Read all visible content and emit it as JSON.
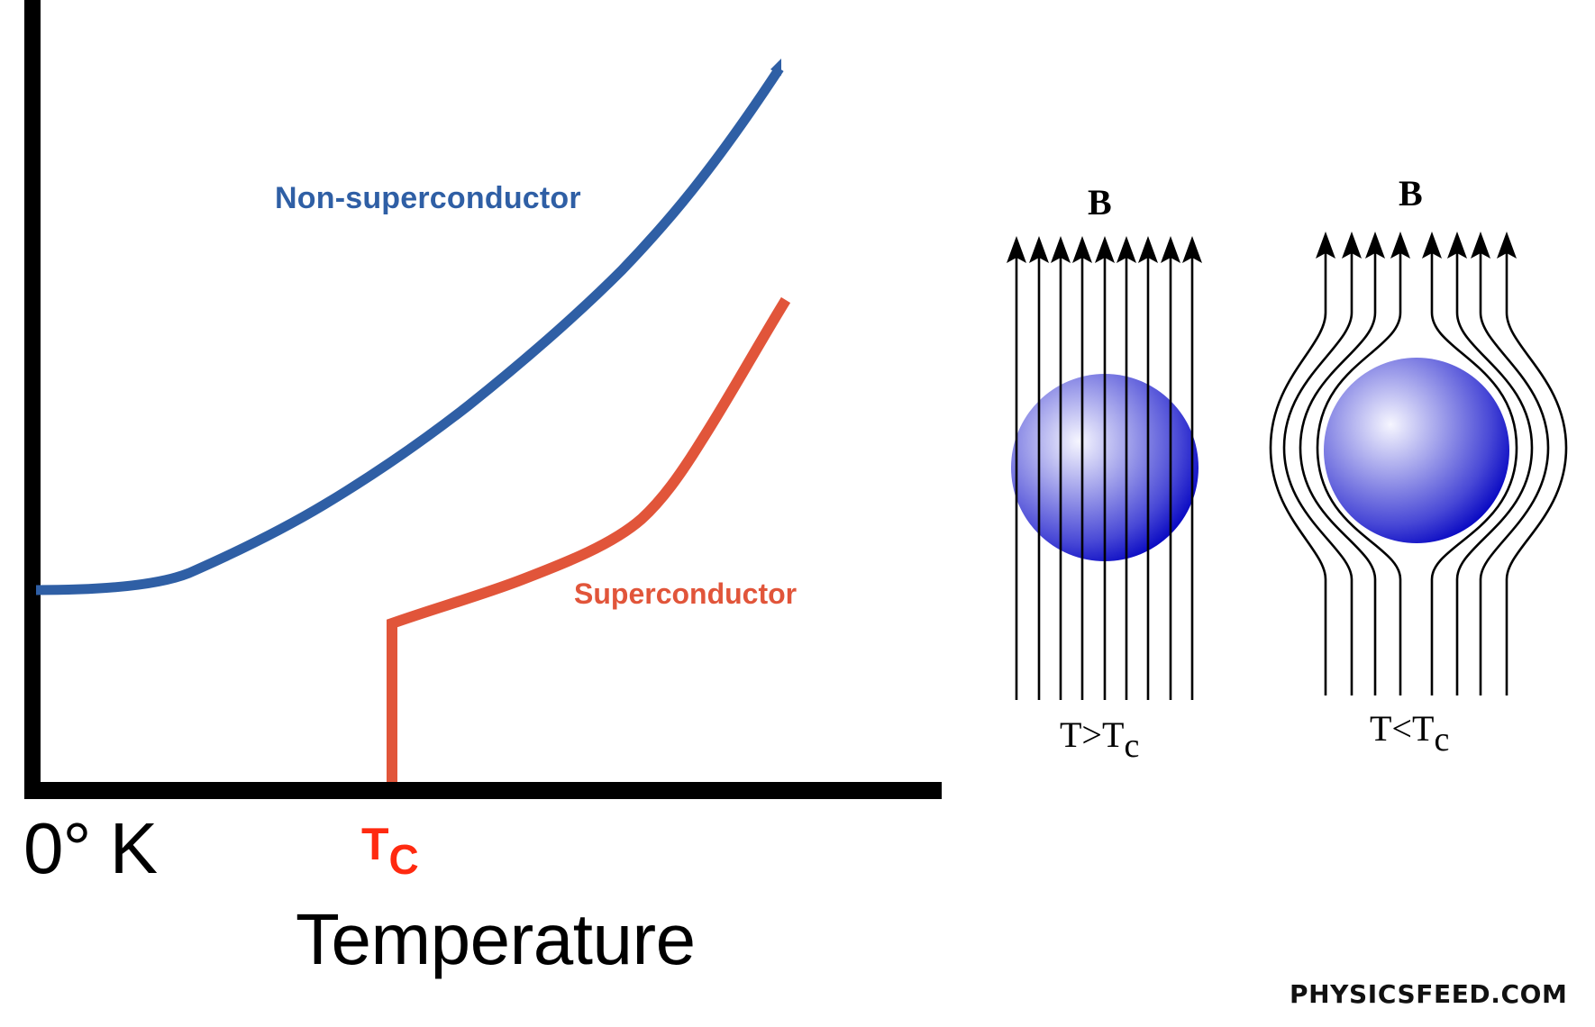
{
  "colors": {
    "axis": "#000000",
    "non_superconductor": "#2f5fa5",
    "superconductor": "#e1553a",
    "tc_label": "#ff2a10",
    "field_lines": "#000000",
    "sphere_light": "#f4f4ff",
    "sphere_mid": "#7a7ae0",
    "sphere_dark": "#0000c8"
  },
  "graph": {
    "x_axis": {
      "title": "Temperature",
      "origin_label": "0° K",
      "tc_label_main": "T",
      "tc_label_sub": "C"
    },
    "curves": {
      "non_superconductor_label": "Non-superconductor",
      "superconductor_label": "Superconductor"
    }
  },
  "diagrams": {
    "normal": {
      "field_label": "B",
      "condition_main": "T>T",
      "condition_sub": "c",
      "field_line_count": 9,
      "description": "Field lines pass straight through sphere"
    },
    "superconducting": {
      "field_label": "B",
      "condition_main": "T<T",
      "condition_sub": "c",
      "field_line_count": 8,
      "description": "Field lines expelled around sphere (Meissner effect)"
    }
  },
  "watermark": {
    "text": "PHYSICSFEED.COM"
  },
  "chart_data": {
    "type": "line",
    "title": "",
    "xlabel": "Temperature",
    "ylabel": "",
    "x_ticks": [
      "0° K",
      "Tc"
    ],
    "grid": false,
    "legend": "inline labels",
    "series": [
      {
        "name": "Non-superconductor",
        "color": "#2f5fa5",
        "description": "Finite residual value at 0 K, rising monotonically with temperature",
        "points_normalized": [
          [
            0.0,
            0.28
          ],
          [
            0.19,
            0.3
          ],
          [
            0.36,
            0.4
          ],
          [
            0.56,
            0.54
          ],
          [
            0.77,
            0.71
          ],
          [
            0.92,
            0.86
          ],
          [
            1.0,
            0.97
          ]
        ]
      },
      {
        "name": "Superconductor",
        "color": "#e1553a",
        "description": "Zero below Tc, abrupt jump at Tc, then rises with temperature",
        "points_normalized": [
          [
            0.0,
            0.0
          ],
          [
            0.4,
            0.0
          ],
          [
            0.4,
            0.22
          ],
          [
            0.4,
            0.23
          ],
          [
            0.55,
            0.29
          ],
          [
            0.71,
            0.37
          ],
          [
            0.79,
            0.48
          ],
          [
            1.0,
            0.66
          ]
        ]
      }
    ],
    "annotations": [
      "Tc marks critical temperature where superconductor resistance drops to zero"
    ]
  }
}
